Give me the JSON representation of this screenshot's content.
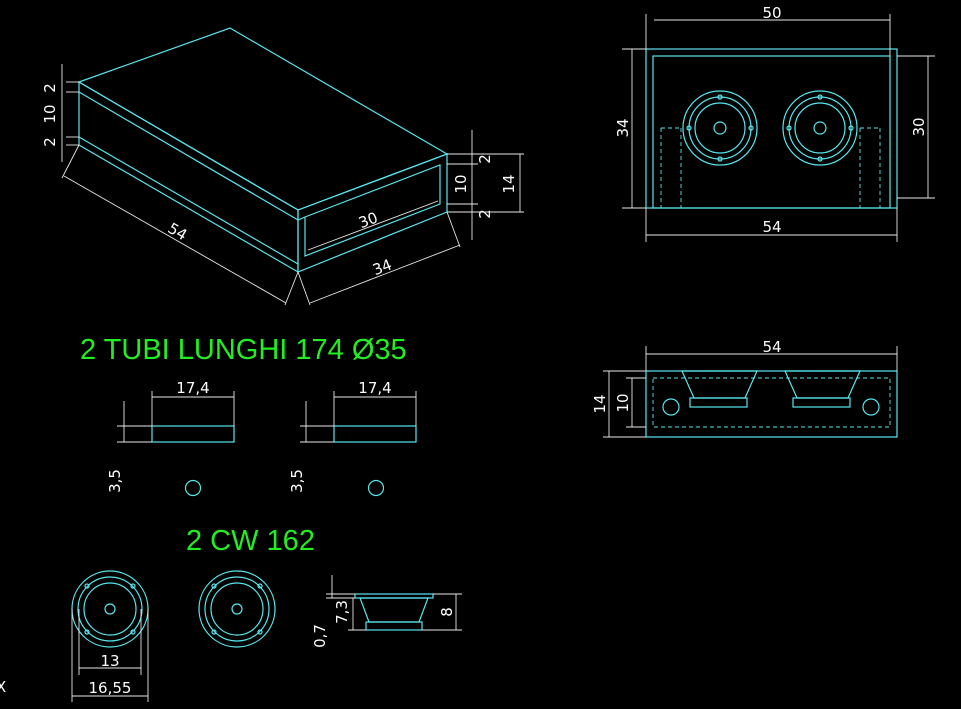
{
  "titles": {
    "tubes": "2 TUBI LUNGHI 174 Ø35",
    "speakers": "2 CW 162"
  },
  "dims": {
    "iso": {
      "t1": "2",
      "t2": "10",
      "t3": "2",
      "length": "54",
      "inner_width": "30",
      "width": "34",
      "r1": "2",
      "r2": "10",
      "r3": "2",
      "height": "14"
    },
    "front": {
      "width_top": "50",
      "height_left": "34",
      "height_right": "30",
      "width_bottom": "54"
    },
    "top": {
      "width": "54",
      "height_outer": "14",
      "height_inner": "10"
    },
    "tube1": {
      "length": "17,4",
      "diameter": "3,5"
    },
    "tube2": {
      "length": "17,4",
      "diameter": "3,5"
    },
    "speaker": {
      "inner": "13",
      "outer": "16,55",
      "flange": "0,7",
      "depth_a": "7,3",
      "depth_b": "8"
    }
  },
  "colors": {
    "lines": "#58e6ec",
    "dims": "#e8e8e8",
    "titles": "#22ee22",
    "background": "#000000"
  },
  "corner_glyph": "X"
}
